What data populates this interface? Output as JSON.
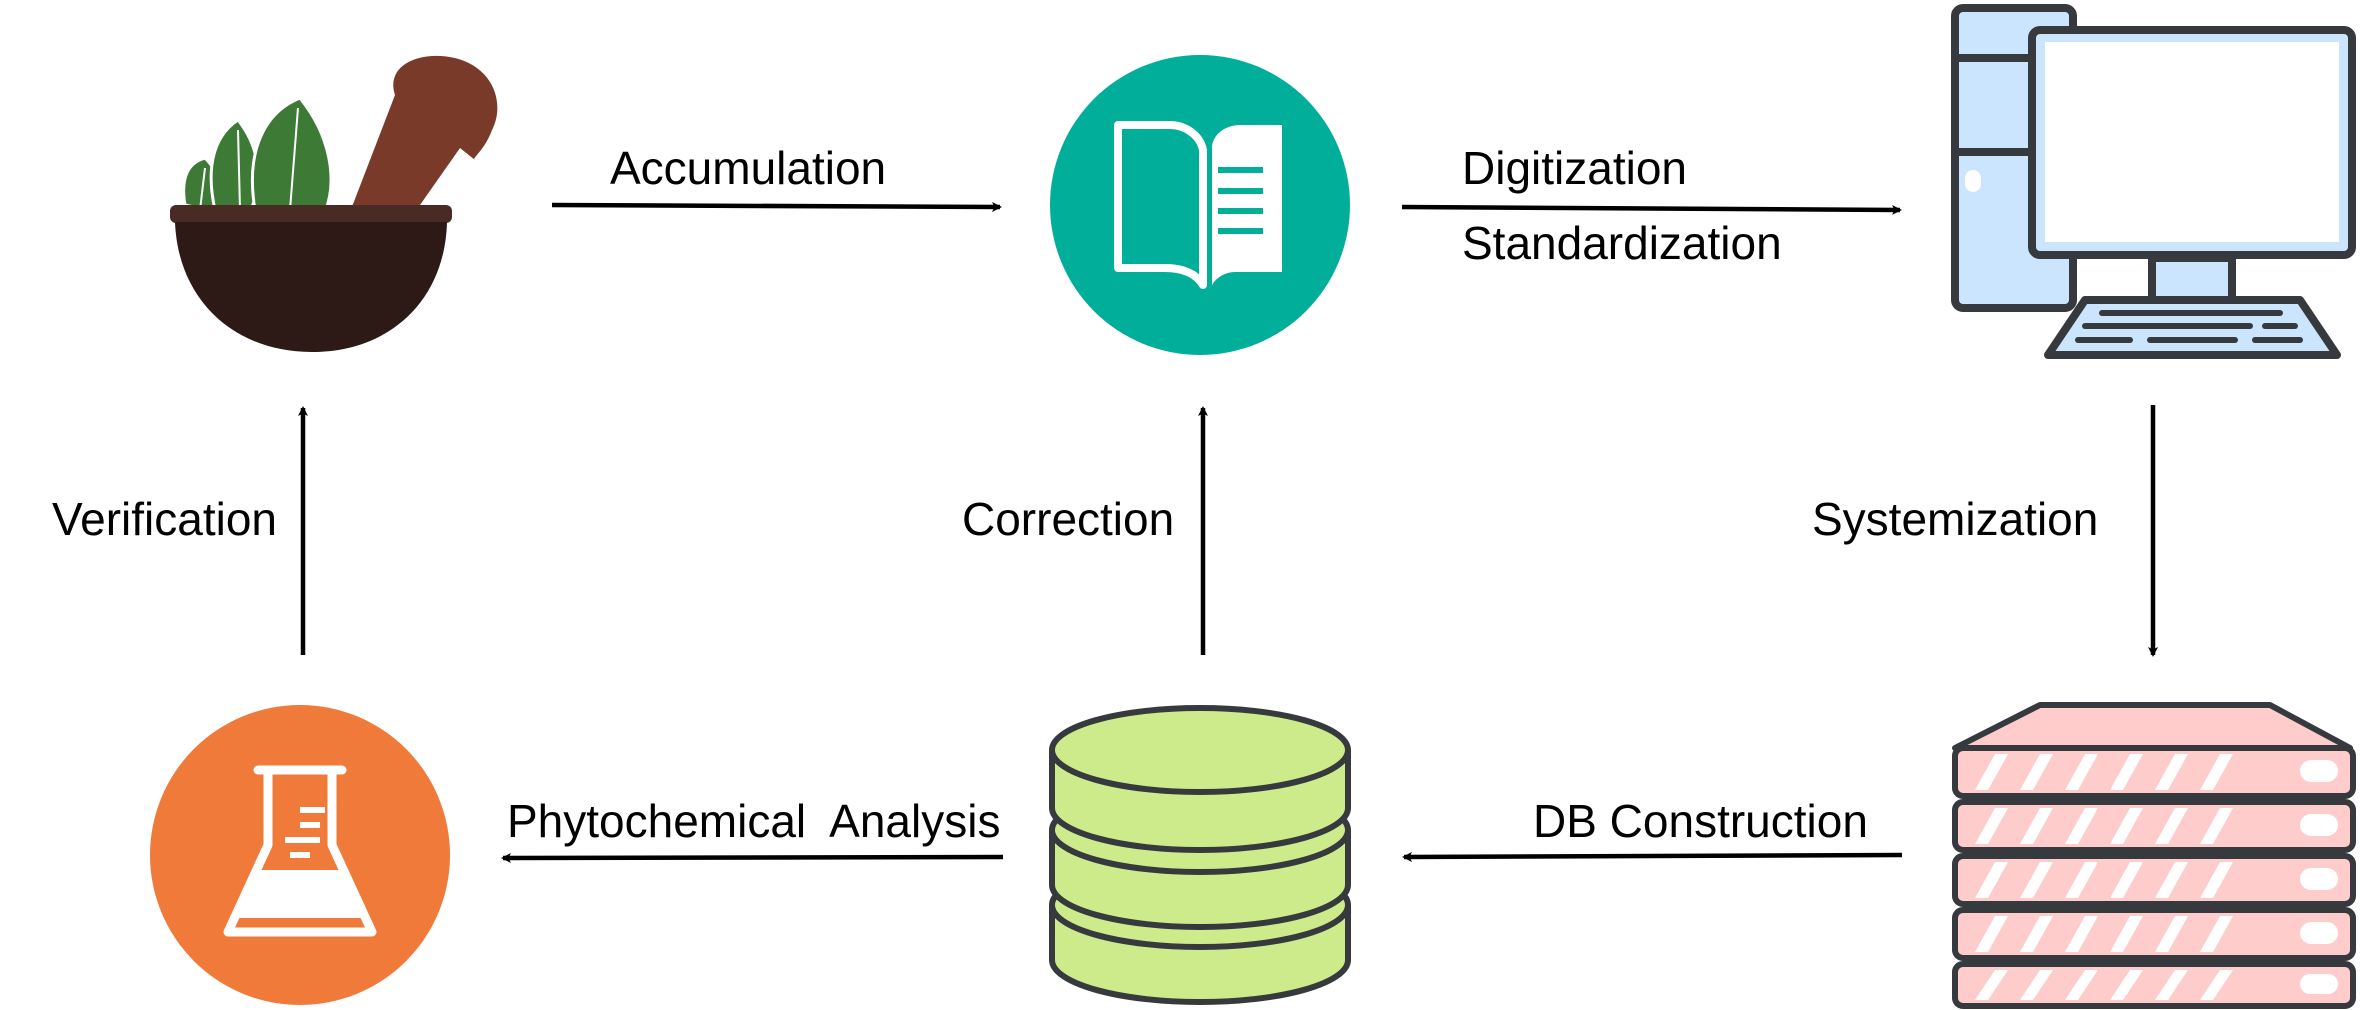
{
  "labels": {
    "accumulation": "Accumulation",
    "digitization": "Digitization",
    "standardization": "Standardization",
    "systemization": "Systemization",
    "verification": "Verification",
    "correction": "Correction",
    "phytochemical_analysis": "Phytochemical  Analysis",
    "db_construction": "DB Construction"
  },
  "nodes": {
    "herbal_medicine": {
      "icon": "mortar-pestle-herb-icon"
    },
    "literature": {
      "icon": "open-book-icon"
    },
    "computer": {
      "icon": "desktop-computer-icon"
    },
    "server": {
      "icon": "server-rack-icon"
    },
    "database": {
      "icon": "database-icon"
    },
    "laboratory": {
      "icon": "flask-icon"
    }
  },
  "colors": {
    "teal": "#00AE9A",
    "orange": "#F07A3A",
    "db_green": "#CDEB8B",
    "server_pink": "#FFCCCC",
    "screen_blue": "#CCE5FF",
    "stroke": "#36393D",
    "leaf_green": "#3C7A36",
    "pestle_brown": "#7A3A2A",
    "bowl_dark": "#2D1A17"
  }
}
